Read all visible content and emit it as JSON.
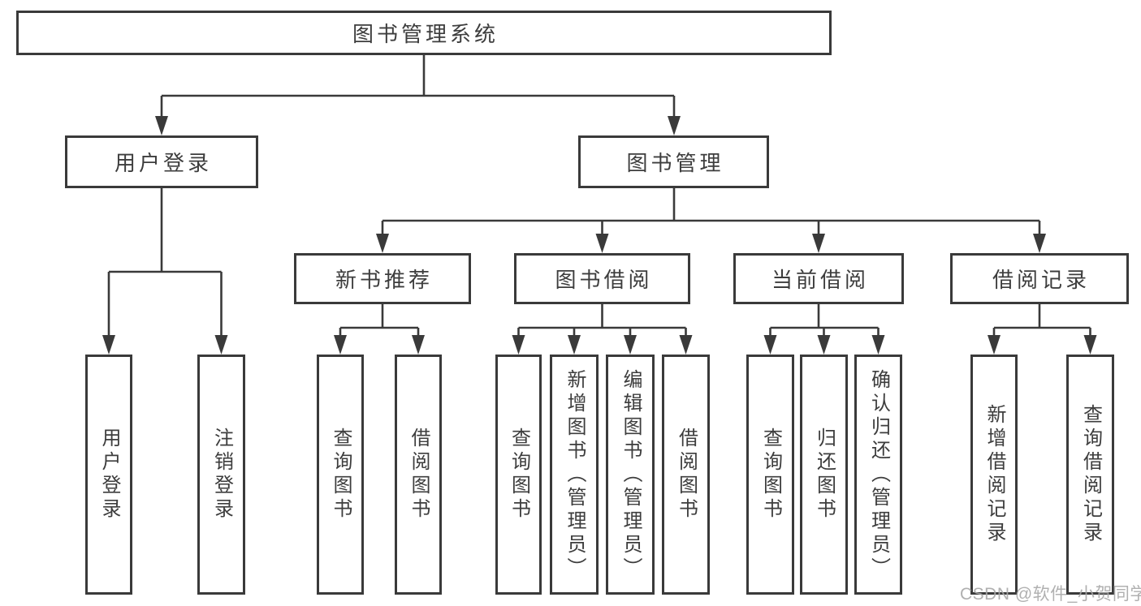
{
  "diagram": {
    "root": "图书管理系统",
    "level2": [
      "用户登录",
      "图书管理"
    ],
    "level3": [
      "新书推荐",
      "图书借阅",
      "当前借阅",
      "借阅记录"
    ],
    "leaves": {
      "user_login": [
        "用户登录",
        "注销登录"
      ],
      "new_books": [
        "查询图书",
        "借阅图书"
      ],
      "book_borrow": [
        "查询图书",
        "新增图书（管理员）",
        "编辑图书（管理员）",
        "借阅图书"
      ],
      "current_borrow": [
        "查询图书",
        "归还图书",
        "确认归还（管理员）"
      ],
      "borrow_records": [
        "新增借阅记录",
        "查询借阅记录"
      ]
    }
  },
  "watermark": "CSDN @软件_小贺同学",
  "colors": {
    "line": "#3a3a3a",
    "text": "#3d3d3d",
    "watermark": "#a8a8a8",
    "background": "#ffffff"
  }
}
